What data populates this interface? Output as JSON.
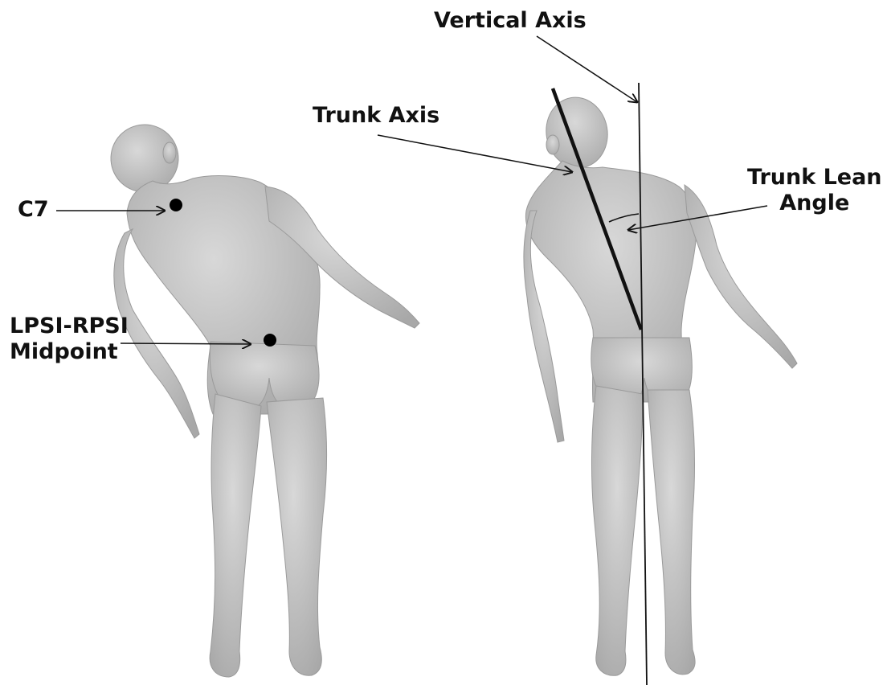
{
  "labels": {
    "vertical_axis": "Vertical Axis",
    "trunk_axis": "Trunk Axis",
    "trunk_lean_line1": "Trunk Lean",
    "trunk_lean_line2": "Angle",
    "c7": "C7",
    "lpsi_line1": "LPSI-RPSI",
    "lpsi_line2": "Midpoint"
  },
  "colors": {
    "body": "#c9c9c9",
    "body_shade": "#a9a9a9",
    "ink": "#111111",
    "marker": "#000000"
  }
}
